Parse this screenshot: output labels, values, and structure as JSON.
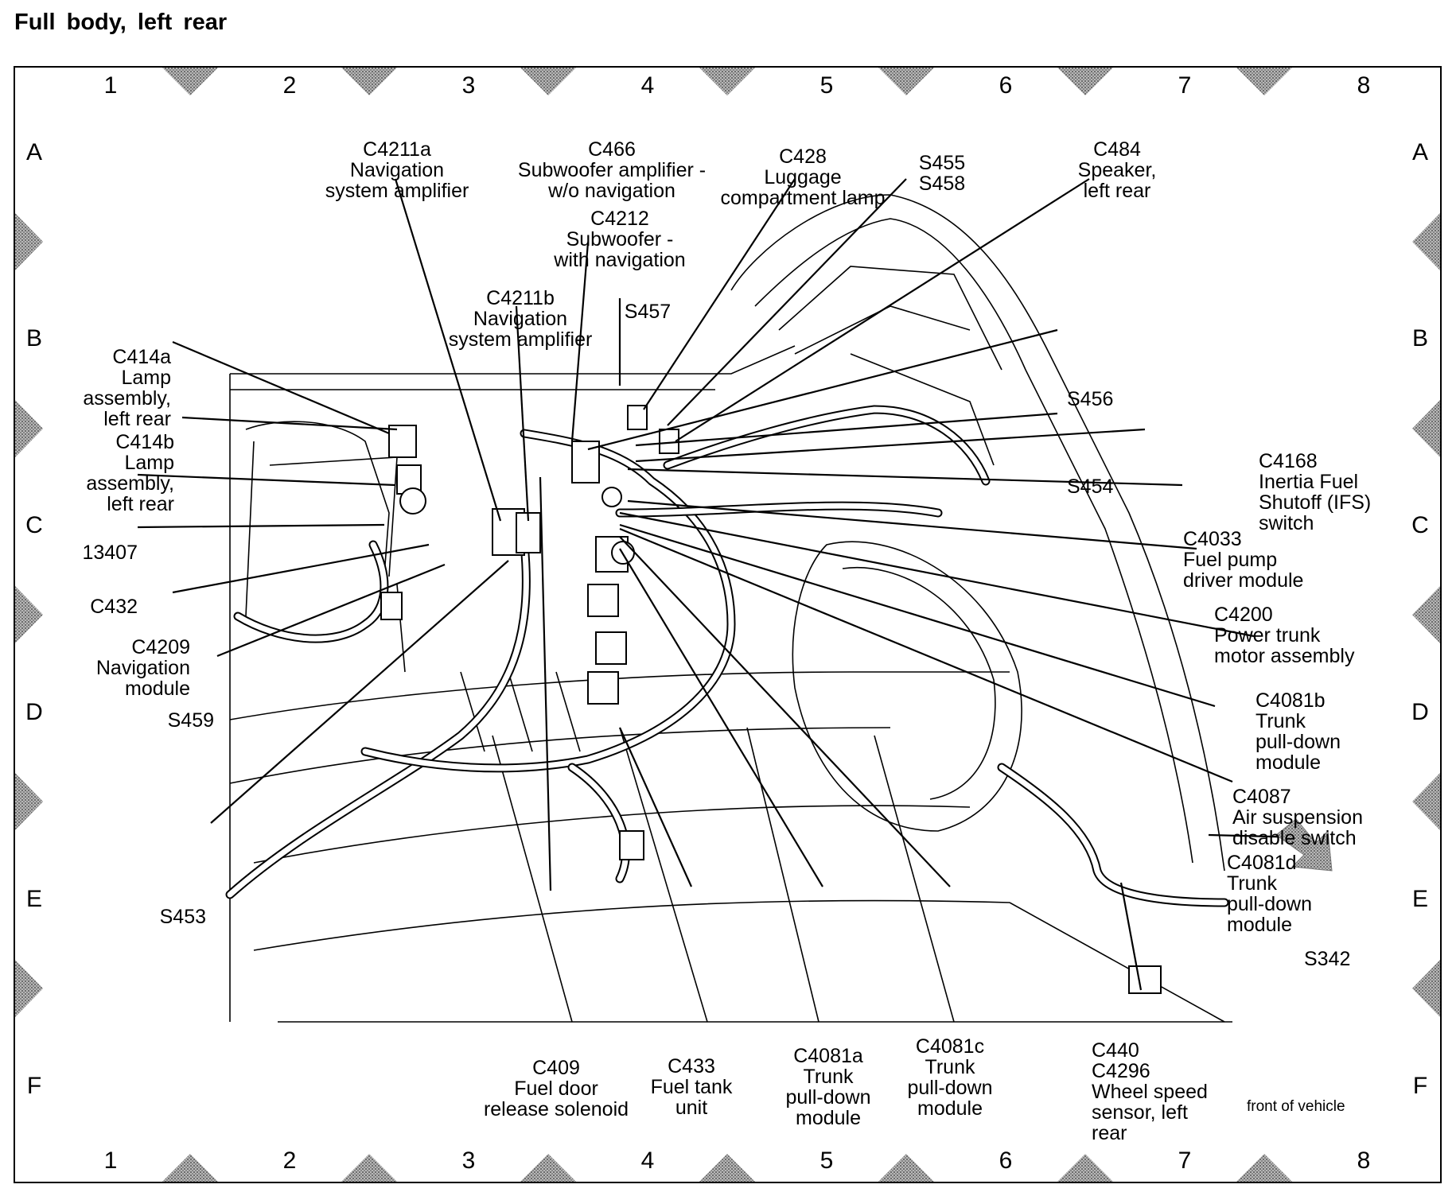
{
  "title": "Full body,  left  rear",
  "grid": {
    "columns": [
      "1",
      "2",
      "3",
      "4",
      "5",
      "6",
      "7",
      "8"
    ],
    "rows": [
      "A",
      "B",
      "C",
      "D",
      "E",
      "F"
    ]
  },
  "callouts": [
    {
      "id": "c4211a",
      "text": "C4211a\nNavigation\nsystem amplifier"
    },
    {
      "id": "c466",
      "text": "C466\nSubwoofer amplifier -\nw/o navigation"
    },
    {
      "id": "c4212",
      "text": "C4212\nSubwoofer -\nwith navigation"
    },
    {
      "id": "c428",
      "text": "C428\nLuggage\ncompartment lamp"
    },
    {
      "id": "s455",
      "text": "S455\nS458"
    },
    {
      "id": "c484",
      "text": "C484\nSpeaker,\nleft rear"
    },
    {
      "id": "c4211b",
      "text": "C4211b\nNavigation\nsystem amplifier"
    },
    {
      "id": "s457",
      "text": "S457"
    },
    {
      "id": "c414a",
      "text": "C414a\nLamp\nassembly,\nleft rear"
    },
    {
      "id": "c414b",
      "text": "C414b\nLamp\nassembly,\nleft rear"
    },
    {
      "id": "13407",
      "text": "13407"
    },
    {
      "id": "c432",
      "text": "C432"
    },
    {
      "id": "c4209",
      "text": "C4209\nNavigation\nmodule"
    },
    {
      "id": "s459",
      "text": "S459"
    },
    {
      "id": "s453",
      "text": "S453"
    },
    {
      "id": "s456",
      "text": "S456"
    },
    {
      "id": "s454",
      "text": "S454"
    },
    {
      "id": "c4168",
      "text": "C4168\nInertia Fuel\nShutoff (IFS)\nswitch"
    },
    {
      "id": "c4033",
      "text": "C4033\nFuel pump\ndriver module"
    },
    {
      "id": "c4200",
      "text": "C4200\nPower trunk\nmotor assembly"
    },
    {
      "id": "c4081b",
      "text": "C4081b\nTrunk\npull-down\nmodule"
    },
    {
      "id": "c4087",
      "text": "C4087\nAir suspension\ndisable switch"
    },
    {
      "id": "c4081d",
      "text": "C4081d\nTrunk\npull-down\nmodule"
    },
    {
      "id": "s342",
      "text": "S342"
    },
    {
      "id": "c409",
      "text": "C409\nFuel door\nrelease solenoid"
    },
    {
      "id": "c433",
      "text": "C433\nFuel tank\nunit"
    },
    {
      "id": "c4081a",
      "text": "C4081a\nTrunk\npull-down\nmodule"
    },
    {
      "id": "c4081c",
      "text": "C4081c\nTrunk\npull-down\nmodule"
    },
    {
      "id": "c440",
      "text": "C440\nC4296\nWheel speed\nsensor, left\nrear"
    }
  ],
  "front_note": "front of vehicle",
  "front_icon": "arrow-down-right-icon",
  "colors": {
    "ink": "#000000",
    "marker_gray": "#8c8c8c"
  }
}
